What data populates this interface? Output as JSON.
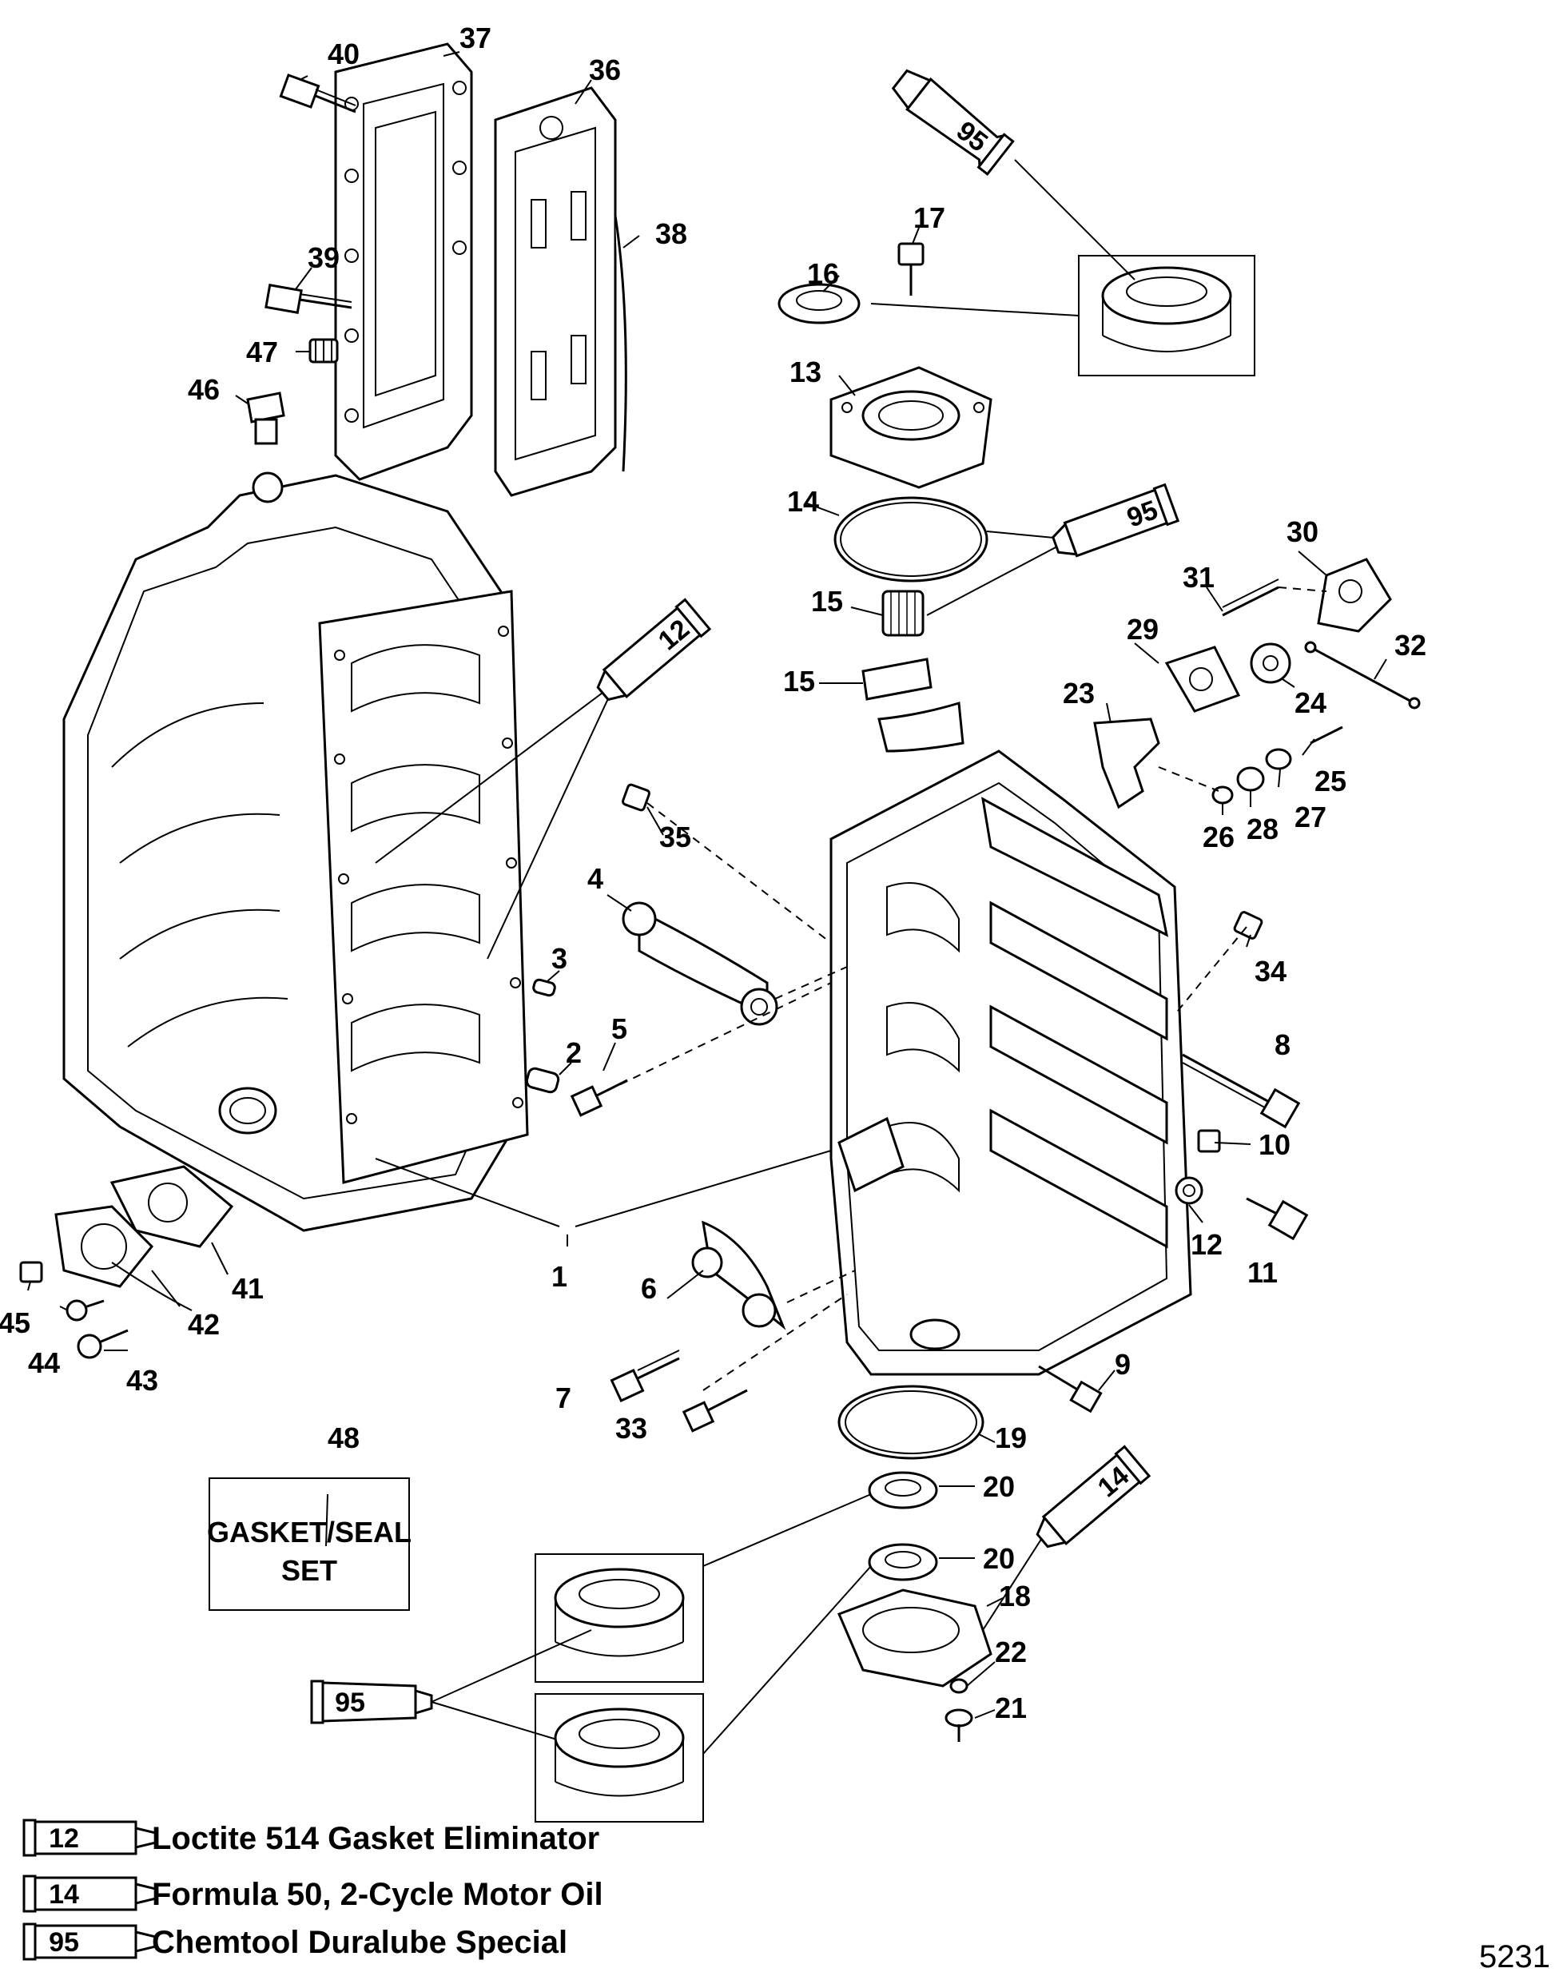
{
  "parts": {
    "p1": "1",
    "p2": "2",
    "p3": "3",
    "p4": "4",
    "p5": "5",
    "p6": "6",
    "p7": "7",
    "p8": "8",
    "p9": "9",
    "p10": "10",
    "p11": "11",
    "p12": "12",
    "p13": "13",
    "p14": "14",
    "p15a": "15",
    "p15b": "15",
    "p16": "16",
    "p17": "17",
    "p18": "18",
    "p19": "19",
    "p20a": "20",
    "p20b": "20",
    "p21": "21",
    "p22": "22",
    "p23": "23",
    "p24": "24",
    "p25": "25",
    "p26": "26",
    "p27": "27",
    "p28": "28",
    "p29": "29",
    "p30": "30",
    "p31": "31",
    "p32": "32",
    "p33": "33",
    "p34": "34",
    "p35": "35",
    "p36": "36",
    "p37": "37",
    "p38": "38",
    "p39": "39",
    "p40": "40",
    "p41": "41",
    "p42": "42",
    "p43": "43",
    "p44": "44",
    "p45": "45",
    "p46": "46",
    "p47": "47",
    "p48": "48"
  },
  "tubes": {
    "t95_top": "95",
    "t95_mid": "95",
    "t12": "12",
    "t14": "14",
    "t95_bottom": "95"
  },
  "gasket_set": {
    "line1": "GASKET/SEAL",
    "line2": "SET"
  },
  "legend": [
    {
      "code": "12",
      "text": "Loctite 514 Gasket Eliminator"
    },
    {
      "code": "14",
      "text": "Formula 50, 2-Cycle Motor Oil"
    },
    {
      "code": "95",
      "text": "Chemtool Duralube Special"
    }
  ],
  "figure_number": "5231"
}
